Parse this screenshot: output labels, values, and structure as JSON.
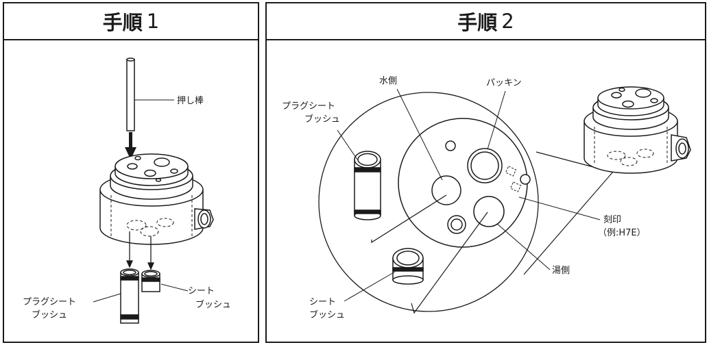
{
  "step1": {
    "title": "手順",
    "number": "1",
    "labels": {
      "push_rod": "押し棒",
      "plug_seat_bush_line1": "プラグシート",
      "plug_seat_bush_line2": "ブッシュ",
      "seat_bush_line1": "シート",
      "seat_bush_line2": "ブッシュ"
    }
  },
  "step2": {
    "title": "手順",
    "number": "2",
    "labels": {
      "plug_seat_bush_line1": "プラグシート",
      "plug_seat_bush_line2": "ブッシュ",
      "water_side": "水側",
      "packing": "パッキン",
      "marking_line1": "刻印",
      "marking_line2": "（例:H7E）",
      "hot_water_side": "湯側",
      "seat_bush_line1": "シート",
      "seat_bush_line2": "ブッシュ"
    }
  }
}
